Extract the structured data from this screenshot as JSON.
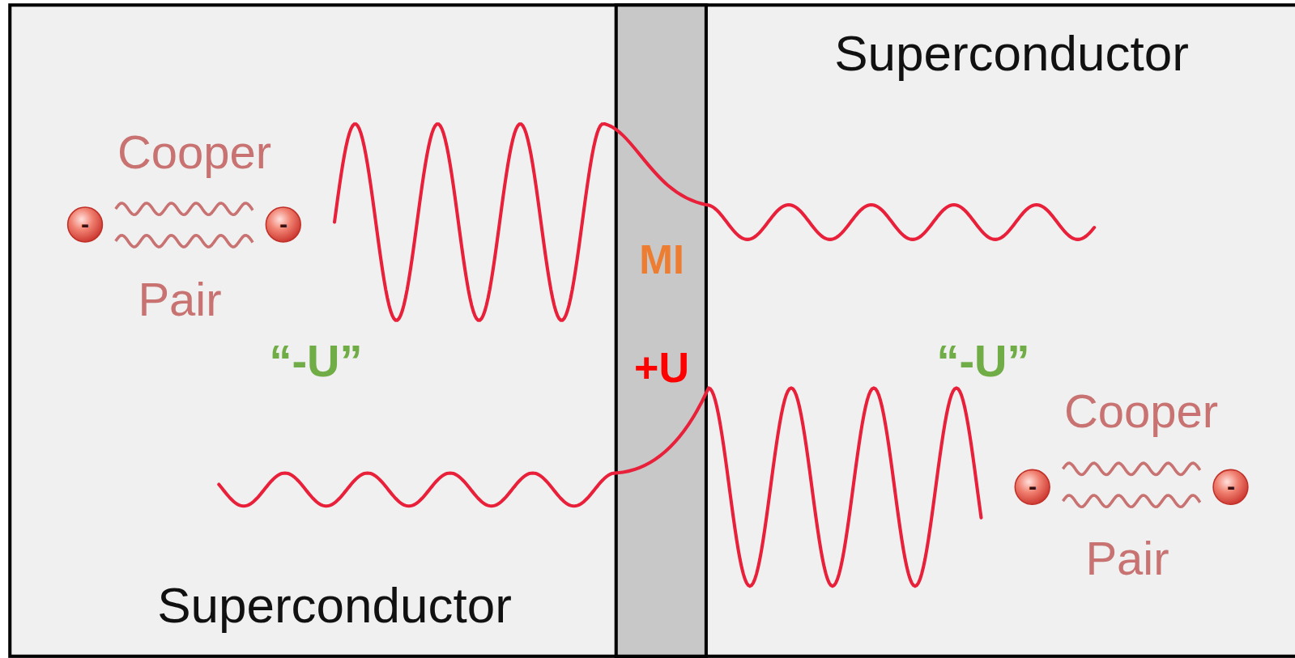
{
  "diagram": {
    "nodes": [
      {
        "text": [
          "Superconductor"
        ]
      },
      {
        "text": [
          "MI",
          "+U"
        ]
      },
      {
        "text": [
          "Superconductor"
        ]
      }
    ],
    "labels": [
      "Cooper",
      "-",
      "-",
      "Pair",
      "“-U”",
      "“-U”",
      "Cooper",
      "-",
      "-",
      "Pair"
    ]
  }
}
